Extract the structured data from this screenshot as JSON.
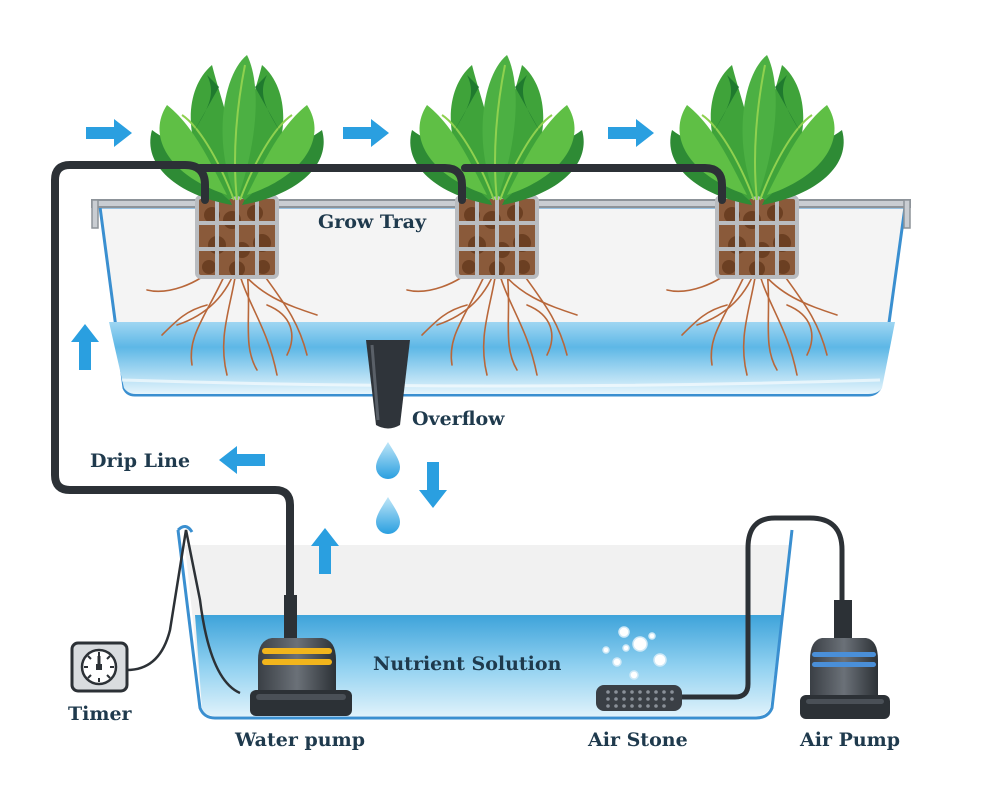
{
  "labels": {
    "grow_tray": "Grow Tray",
    "overflow": "Overflow",
    "drip_line": "Drip Line",
    "nutrient_solution": "Nutrient Solution",
    "timer": "Timer",
    "water_pump": "Water pump",
    "air_stone": "Air Stone",
    "air_pump": "Air Pump"
  },
  "colors": {
    "water_light": "#d8eef9",
    "water_deep": "#3ea3da",
    "tray_outline": "#3a8fd0",
    "tube": "#2c3136",
    "arrow": "#2a9fe0",
    "leaf_dark": "#1f7a2e",
    "leaf_mid": "#3fa33a",
    "leaf_light": "#8fd14f",
    "root": "#b8673a",
    "pump_band": "#f2b51c",
    "air_pump_band": "#4a8fd8"
  },
  "icons": [
    "plant-icon",
    "net-pot-icon",
    "water-drop-icon",
    "arrow-icon",
    "timer-icon",
    "pump-icon",
    "air-stone-icon",
    "bubble-icon"
  ]
}
